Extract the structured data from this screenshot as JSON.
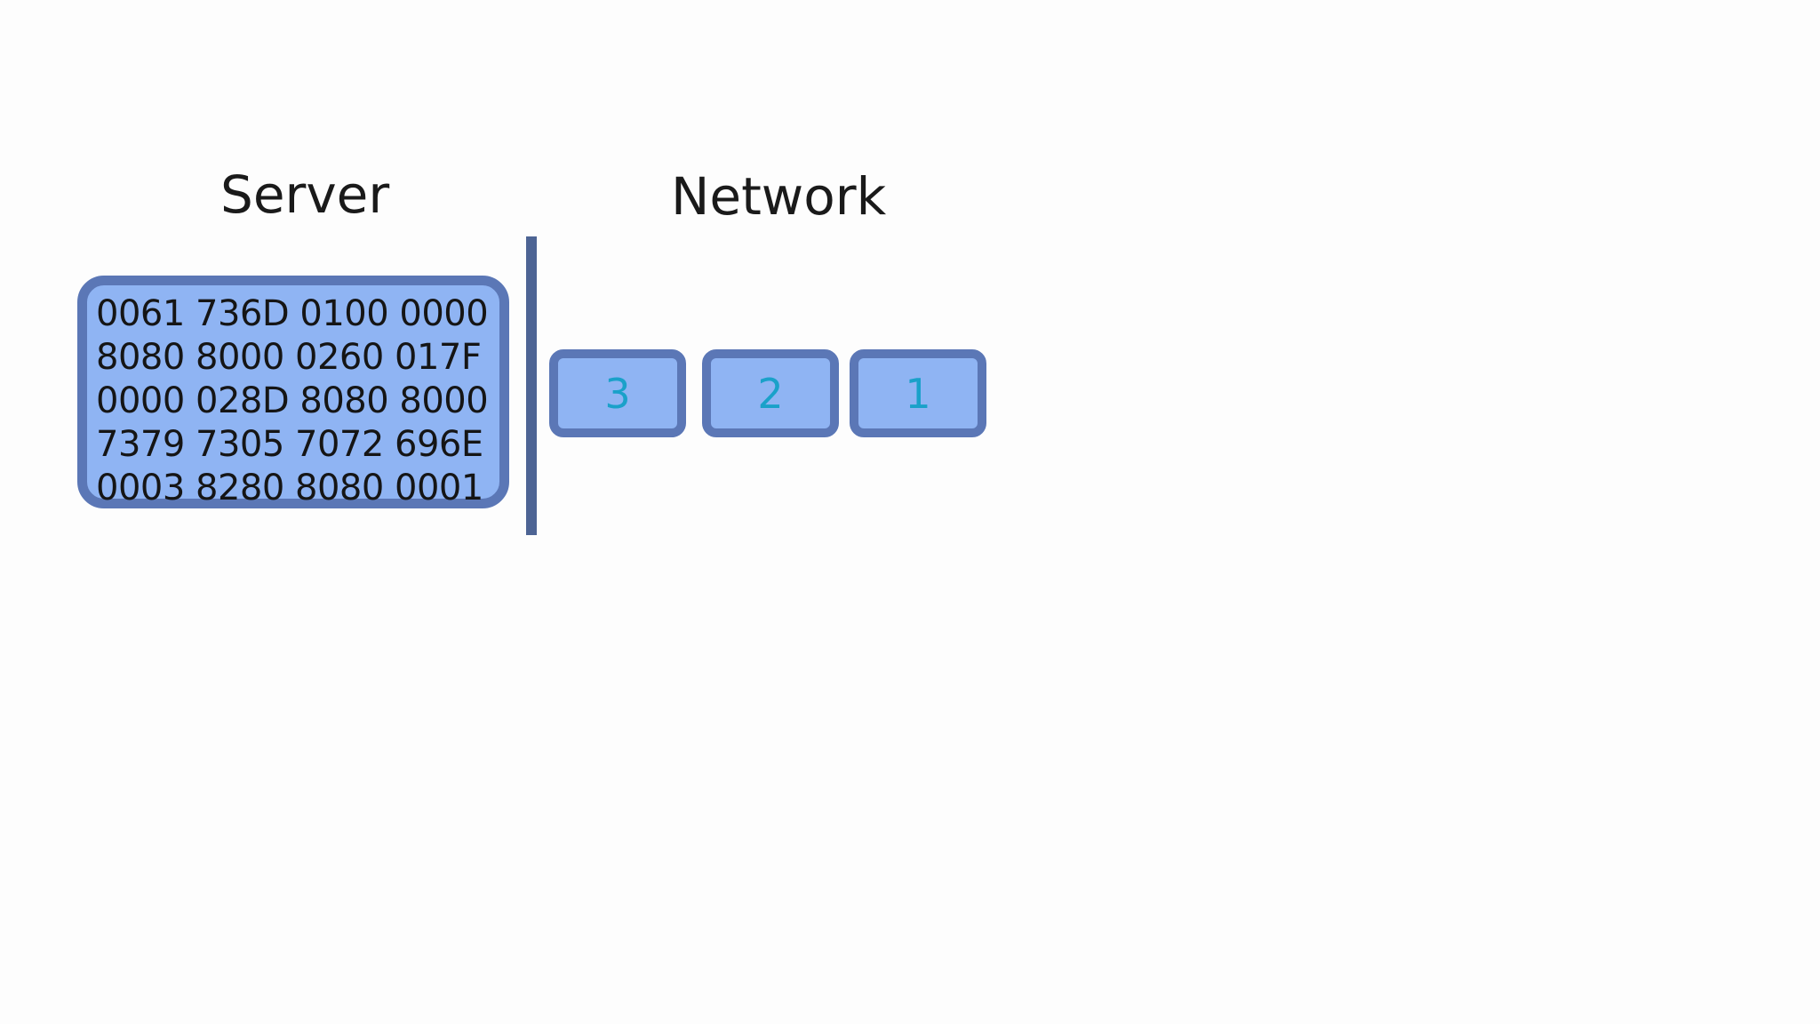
{
  "headings": {
    "server": "Server",
    "network": "Network"
  },
  "server": {
    "hex_lines": [
      "0061 736D 0100 0000",
      "8080 8000 0260 017F",
      "0000 028D 8080 8000",
      "7379 7305 7072 696E",
      "0003 8280 8080 0001"
    ]
  },
  "packets": [
    {
      "label": "3"
    },
    {
      "label": "2"
    },
    {
      "label": "1"
    }
  ],
  "colors": {
    "block_fill": "#8fb4f3",
    "block_border": "#5b77b6",
    "divider": "#4d6494",
    "packet_text": "#1aa1c9",
    "text": "#151515"
  }
}
